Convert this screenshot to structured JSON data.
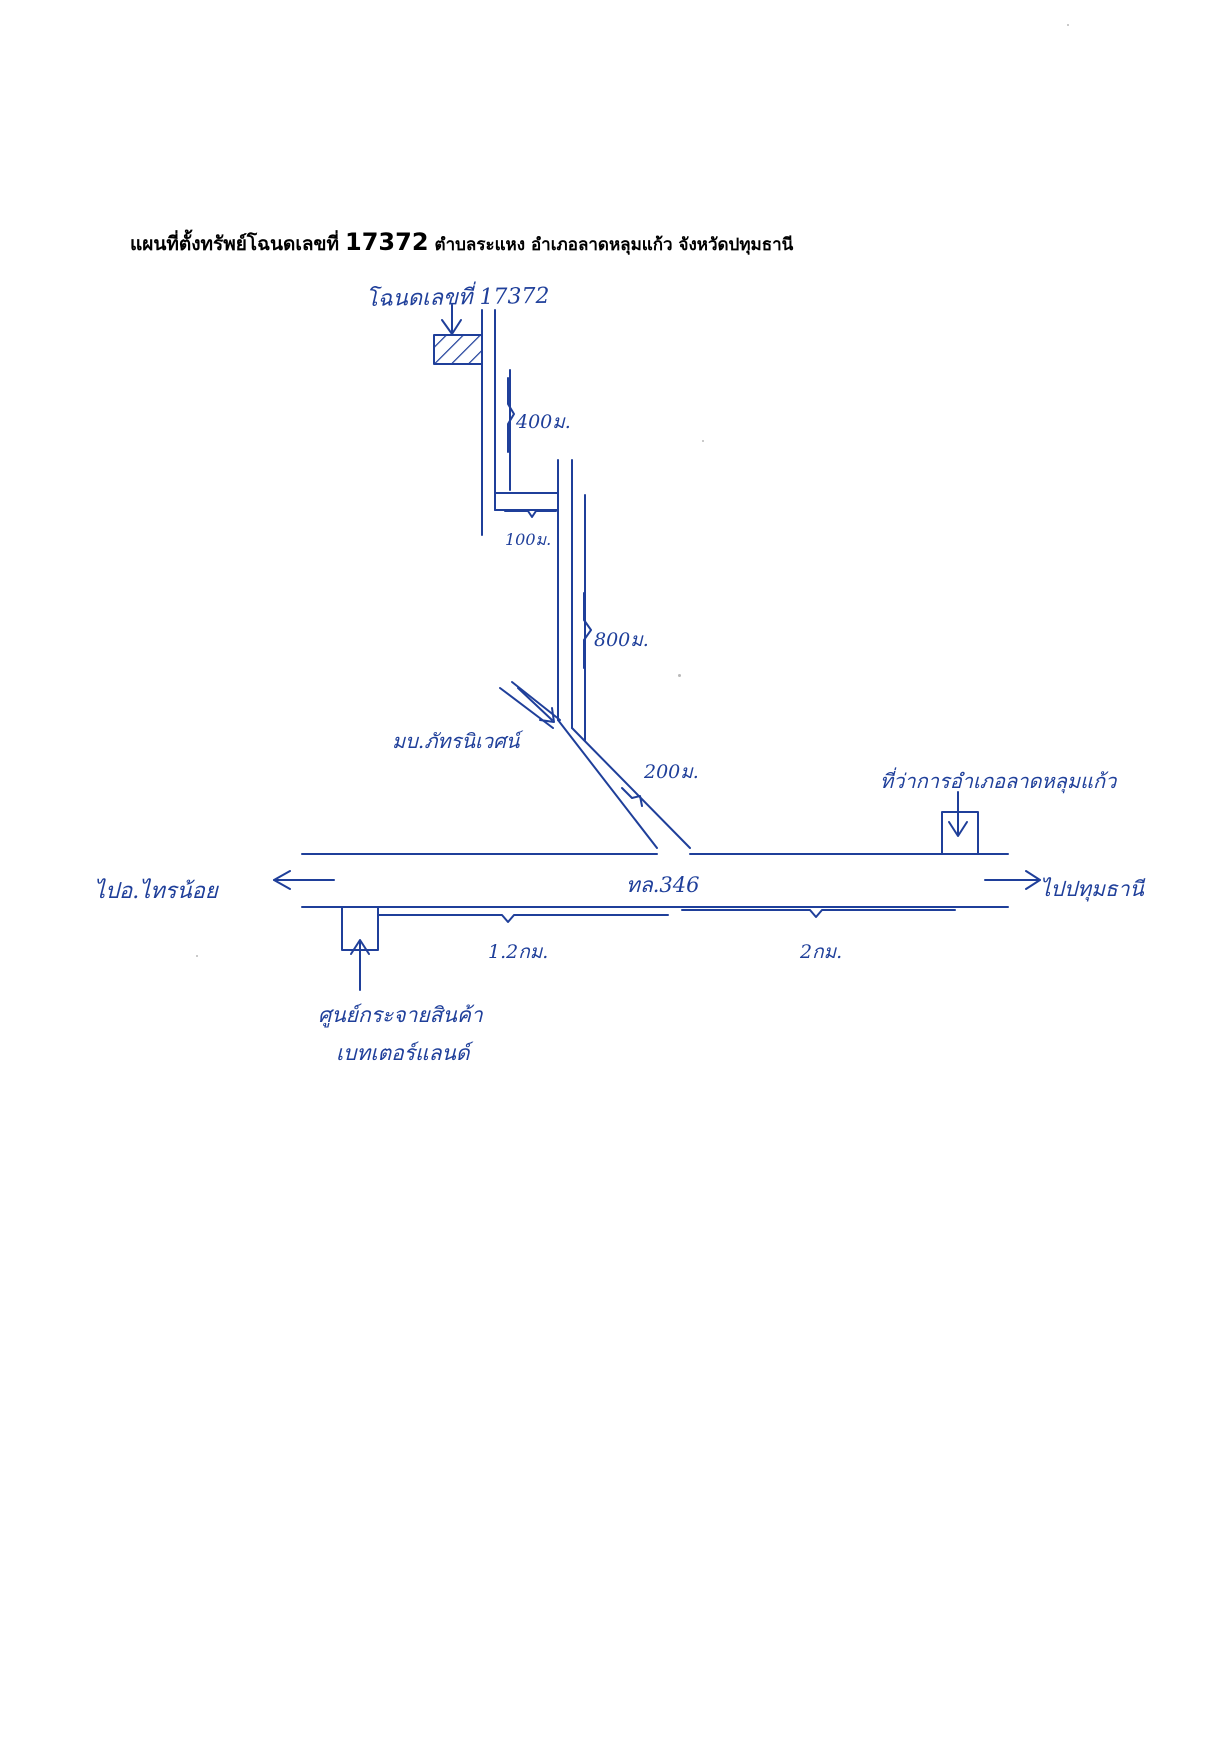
{
  "title": {
    "prefix": "แผนที่ตั้งทรัพย์โฉนดเลขที่",
    "number": "17372",
    "rest": "ตำบลระแหง อำเภอลาดหลุมแก้ว จังหวัดปทุมธานี"
  },
  "labels": {
    "plot": "โฉนดเลขที่ 17372",
    "dist_400": "400ม.",
    "dist_100": "100ม.",
    "dist_800": "800ม.",
    "village": "มบ.ภัทรนิเวศน์",
    "dist_200": "200ม.",
    "district_office": "ที่ว่าการอำเภอลาดหลุมแก้ว",
    "highway": "ทล.346",
    "to_west": "ไปอ.ไทรน้อย",
    "to_east": "ไปปทุมธานี",
    "dist_1_2km": "1.2กม.",
    "dist_2km": "2กม.",
    "mall_line1": "ศูนย์กระจายสินค้า",
    "mall_line2": "เบทเตอร์แลนด์"
  },
  "colors": {
    "ink": "#1f3f9a",
    "title": "#000000",
    "background": "#ffffff"
  }
}
